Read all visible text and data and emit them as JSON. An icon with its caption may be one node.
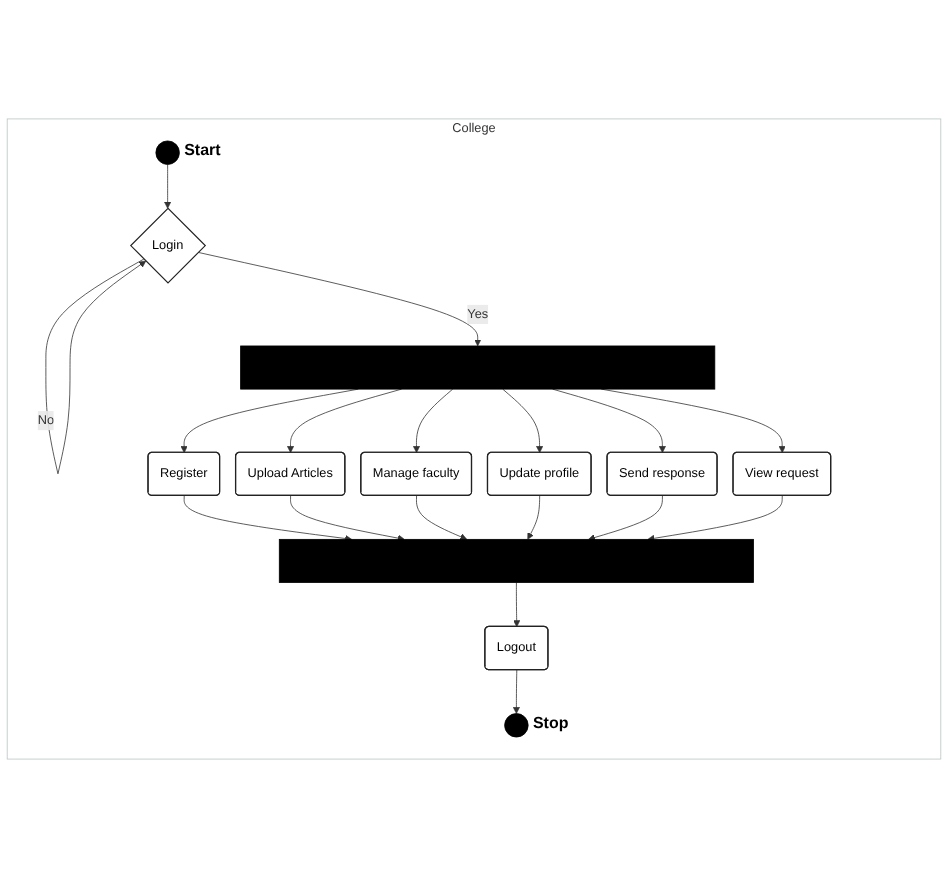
{
  "diagram": {
    "nodes": [
      {
        "text": [
          "College"
        ]
      },
      {
        "text": [],
        "shape": "circle",
        "beside": [
          "Start"
        ],
        "in": 0
      },
      {
        "text": [
          "Login"
        ],
        "in": 0
      },
      {
        "text": [],
        "shape": "bar",
        "in": 0
      },
      {
        "text": [
          "Register"
        ],
        "in": 0
      },
      {
        "text": [
          "Upload Articles"
        ],
        "in": 0
      },
      {
        "text": [
          "Manage faculty"
        ],
        "in": 0
      },
      {
        "text": [
          "Update profile"
        ],
        "in": 0
      },
      {
        "text": [
          "Send response"
        ],
        "in": 0
      },
      {
        "text": [
          "View request"
        ],
        "in": 0
      },
      {
        "text": [],
        "shape": "bar",
        "in": 0
      },
      {
        "text": [
          "Logout"
        ],
        "in": 0
      },
      {
        "text": [],
        "shape": "circle",
        "beside": [
          "Stop"
        ],
        "in": 0
      }
    ],
    "edges": [
      {
        "from": 1,
        "to": 2,
        "arrow": "to"
      },
      {
        "from": 2,
        "to": 2,
        "label": "No",
        "arrow": "to"
      },
      {
        "from": 2,
        "to": 3,
        "label": "Yes",
        "arrow": "to"
      },
      {
        "from": 3,
        "to": 4,
        "arrow": "to"
      },
      {
        "from": 3,
        "to": 5,
        "arrow": "to"
      },
      {
        "from": 3,
        "to": 6,
        "arrow": "to"
      },
      {
        "from": 3,
        "to": 7,
        "arrow": "to"
      },
      {
        "from": 3,
        "to": 8,
        "arrow": "to"
      },
      {
        "from": 3,
        "to": 9,
        "arrow": "to"
      },
      {
        "from": 4,
        "to": 10,
        "arrow": "to"
      },
      {
        "from": 5,
        "to": 10,
        "arrow": "to"
      },
      {
        "from": 6,
        "to": 10,
        "arrow": "to"
      },
      {
        "from": 7,
        "to": 10,
        "arrow": "to"
      },
      {
        "from": 8,
        "to": 10,
        "arrow": "to"
      },
      {
        "from": 9,
        "to": 10,
        "arrow": "to"
      },
      {
        "from": 10,
        "to": 11,
        "arrow": "to"
      },
      {
        "from": 11,
        "to": 12,
        "arrow": "to"
      }
    ]
  }
}
